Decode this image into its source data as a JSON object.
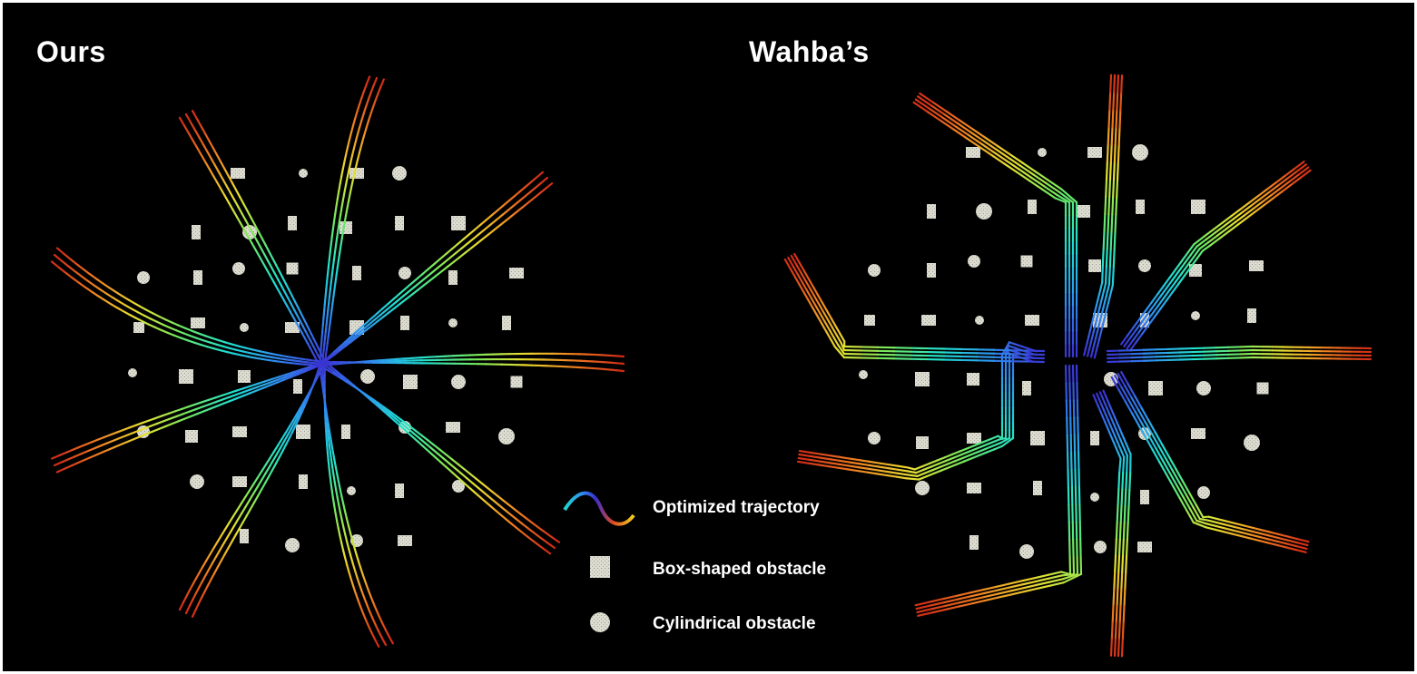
{
  "panels": {
    "left_title": "Ours",
    "right_title": "Wahba’s"
  },
  "legend": {
    "trajectory_label": "Optimized trajectory",
    "box_label": "Box-shaped obstacle",
    "cylinder_label": "Cylindrical obstacle"
  },
  "colors": {
    "background": "#000000",
    "obstacle_fill": "#e8e8dc",
    "trajectory_colormap": [
      "#3a2ed0",
      "#2f8ef0",
      "#1fe0d0",
      "#6fe860",
      "#e8e030",
      "#f08020",
      "#d02818"
    ]
  }
}
